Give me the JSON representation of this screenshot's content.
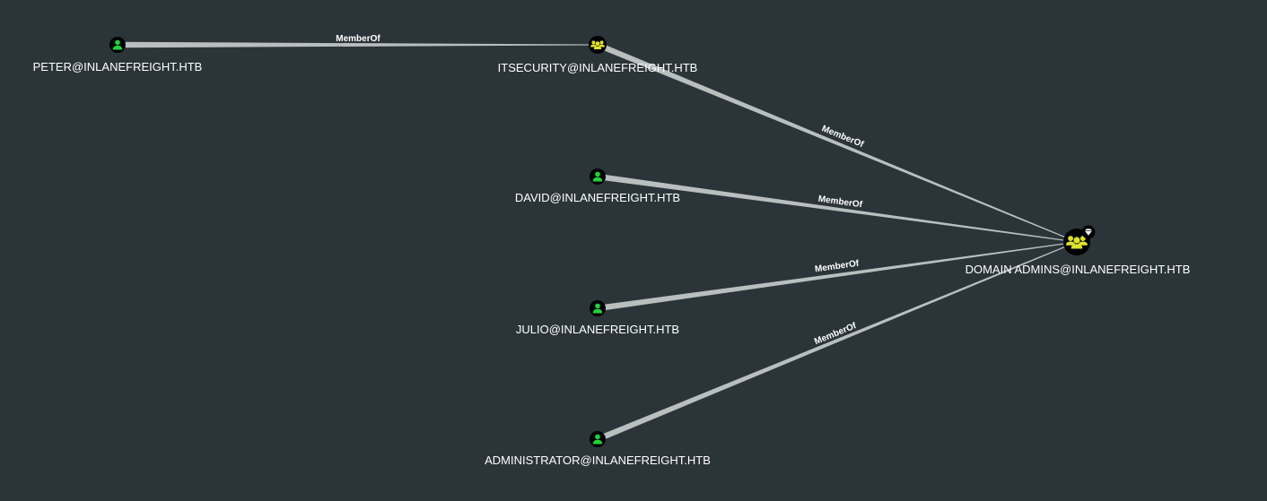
{
  "graph": {
    "nodes": [
      {
        "id": "peter",
        "label": "PETER@INLANEFREIGHT.HTB",
        "kind": "user",
        "icon": "user-icon",
        "color": "#1fd23e"
      },
      {
        "id": "itsecurity",
        "label": "ITSECURITY@INLANEFREIGHT.HTB",
        "kind": "group",
        "icon": "group-icon",
        "color": "#dde22c"
      },
      {
        "id": "david",
        "label": "DAVID@INLANEFREIGHT.HTB",
        "kind": "user",
        "icon": "user-icon",
        "color": "#1fd23e"
      },
      {
        "id": "julio",
        "label": "JULIO@INLANEFREIGHT.HTB",
        "kind": "user",
        "icon": "user-icon",
        "color": "#1fd23e"
      },
      {
        "id": "administrator",
        "label": "ADMINISTRATOR@INLANEFREIGHT.HTB",
        "kind": "user",
        "icon": "user-icon",
        "color": "#1fd23e"
      },
      {
        "id": "domainadmins",
        "label": "DOMAIN ADMINS@INLANEFREIGHT.HTB",
        "kind": "group",
        "icon": "group-icon",
        "color": "#dde22c",
        "badge": "diamond-icon"
      }
    ],
    "edges": [
      {
        "from": "peter",
        "to": "itsecurity",
        "label": "MemberOf"
      },
      {
        "from": "itsecurity",
        "to": "domainadmins",
        "label": "MemberOf"
      },
      {
        "from": "david",
        "to": "domainadmins",
        "label": "MemberOf"
      },
      {
        "from": "julio",
        "to": "domainadmins",
        "label": "MemberOf"
      },
      {
        "from": "administrator",
        "to": "domainadmins",
        "label": "MemberOf"
      }
    ]
  },
  "colors": {
    "background": "#2b3539",
    "edge": "#b9bebf",
    "label": "#ffffff"
  }
}
